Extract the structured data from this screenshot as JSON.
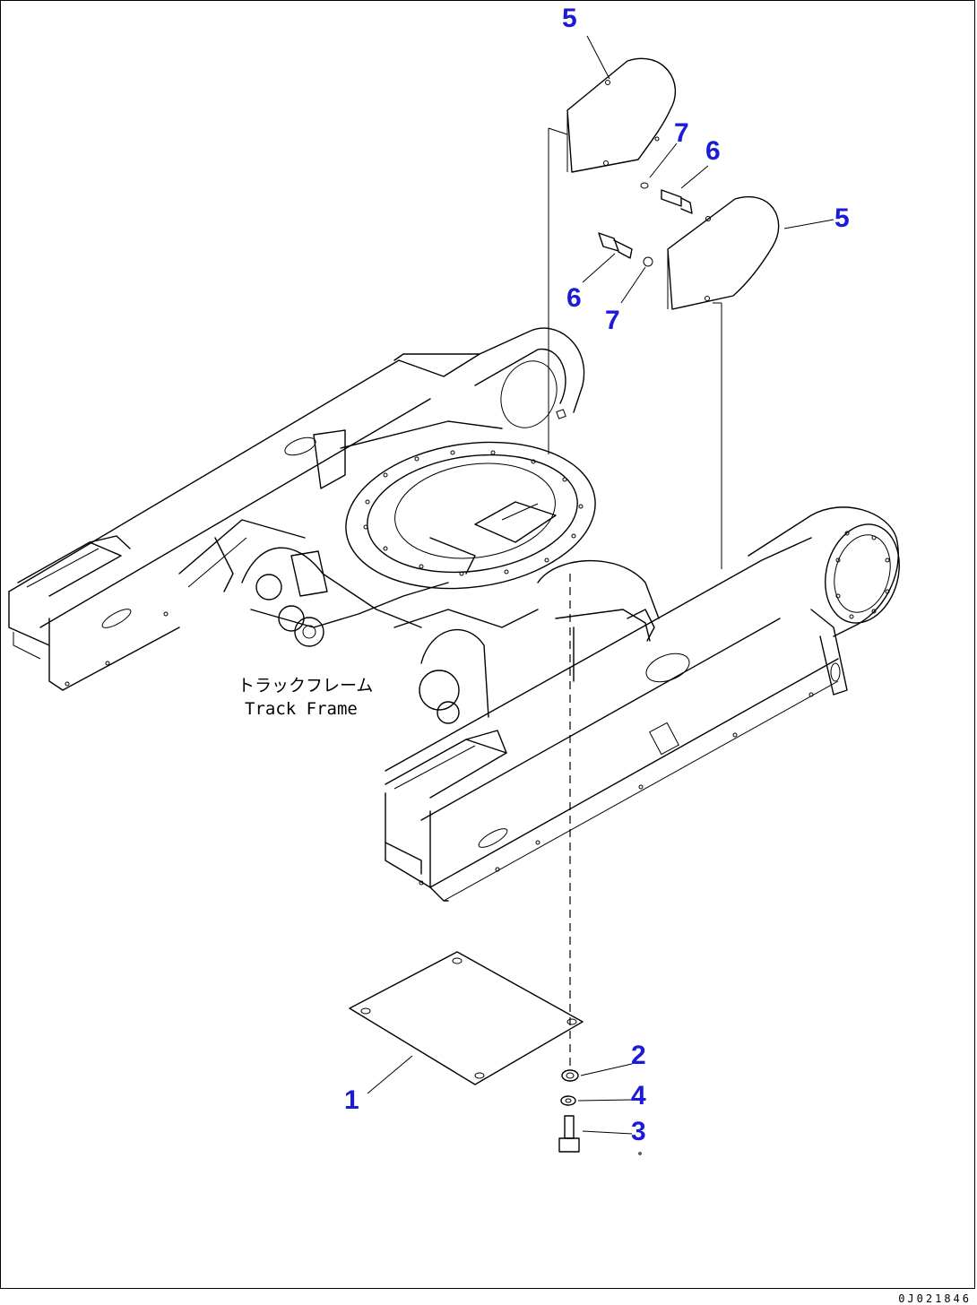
{
  "frame_label": {
    "jp": "トラックフレーム",
    "en": "Track Frame"
  },
  "callouts": [
    "1",
    "2",
    "3",
    "4",
    "5",
    "5",
    "6",
    "6",
    "7",
    "7"
  ],
  "drawing_id": "0J021846",
  "colors": {
    "callout": "#1a1ad8",
    "line": "#000000",
    "background": "#ffffff"
  }
}
